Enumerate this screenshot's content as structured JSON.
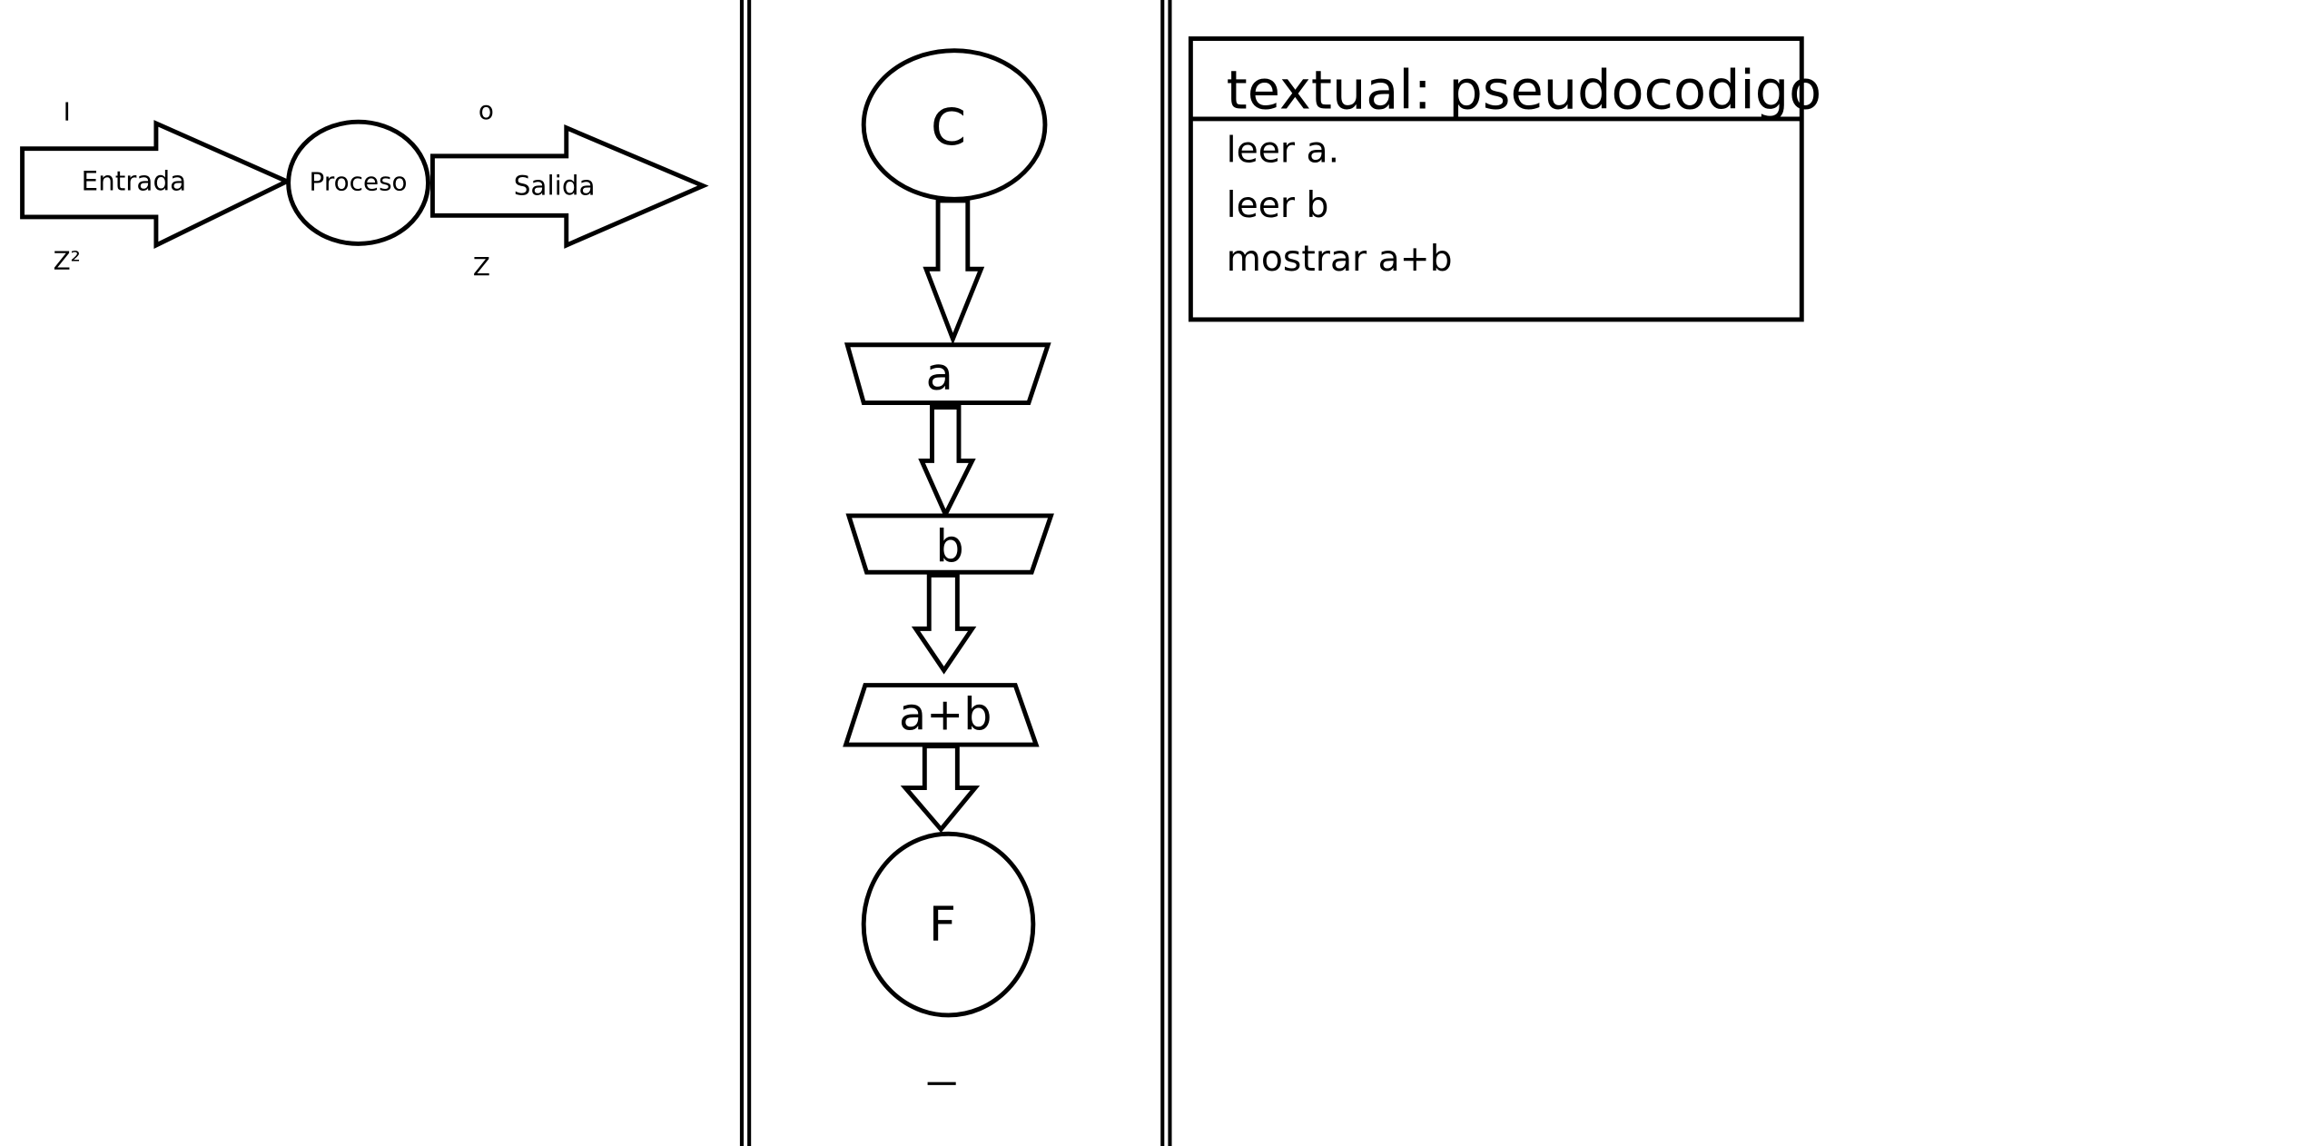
{
  "ipo": {
    "input_top": "I",
    "input_bottom": "Z²",
    "input_label": "Entrada",
    "process_label": "Proceso",
    "output_label": "Salida",
    "output_top": "o",
    "output_bottom": "Z"
  },
  "flowchart": {
    "start": "C",
    "read_a": "a",
    "read_b": "b",
    "output": "a+b",
    "end": "F"
  },
  "pseudocode": {
    "title": "textual: pseudocodigo",
    "lines": [
      "leer a.",
      "leer b",
      "mostrar a+b"
    ]
  },
  "colors": {
    "stroke": "#000000",
    "background": "#ffffff"
  }
}
